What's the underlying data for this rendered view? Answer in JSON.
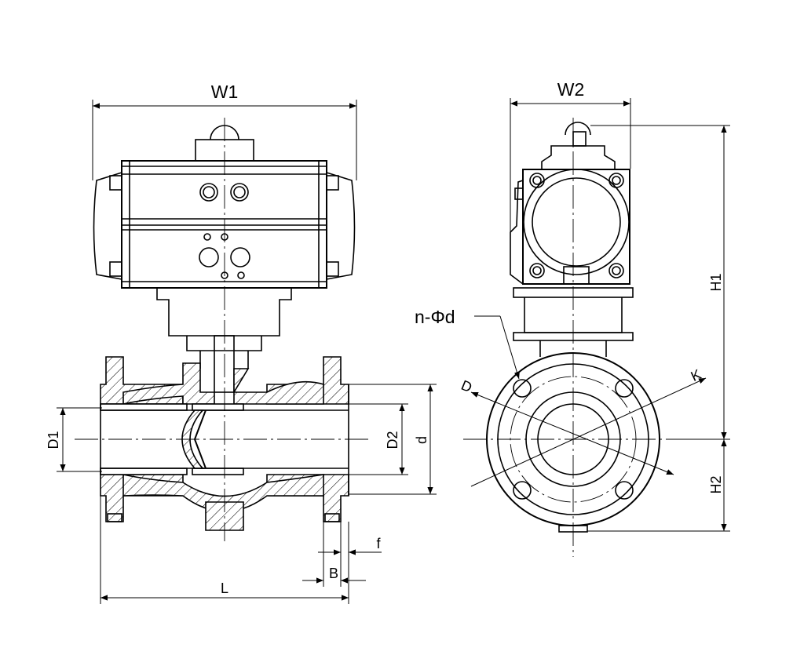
{
  "labels": {
    "w1": "W1",
    "w2": "W2",
    "h1": "H1",
    "h2": "H2",
    "d1": "D1",
    "d2": "D2",
    "d_small": "d",
    "f": "f",
    "b": "B",
    "l": "L",
    "n_phi_d": "n-Φd",
    "d_pcd": "D",
    "k": "K"
  }
}
